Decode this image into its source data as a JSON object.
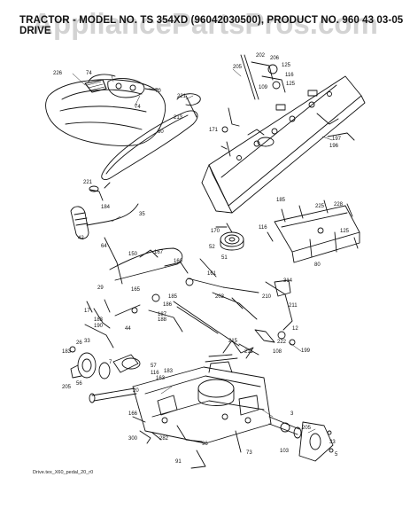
{
  "header": {
    "title": "TRACTOR - MODEL NO. TS 354XD (96042030500), PRODUCT NO. 960 43 03-05",
    "subtitle": "DRIVE"
  },
  "watermark": "AppliancePartsPros.com",
  "footer": {
    "filename": "Drive.tex_X60_pedal_20_r0"
  },
  "callouts": [
    "226",
    "74",
    "70",
    "74",
    "221",
    "213",
    "202",
    "206",
    "125",
    "205",
    "116",
    "109",
    "125",
    "50",
    "171",
    "197",
    "196",
    "221",
    "184",
    "35",
    "185",
    "225",
    "42",
    "64",
    "52",
    "170",
    "116",
    "125",
    "228",
    "80",
    "51",
    "150",
    "167",
    "160",
    "161",
    "314",
    "29",
    "165",
    "185",
    "186",
    "187",
    "188",
    "183",
    "203",
    "210",
    "211",
    "12",
    "17",
    "190",
    "44",
    "33",
    "26",
    "183",
    "7",
    "205",
    "56",
    "57",
    "116",
    "183",
    "163",
    "215",
    "211",
    "222",
    "108",
    "199",
    "166",
    "300",
    "282",
    "3",
    "205",
    "103",
    "96",
    "73",
    "20",
    "91",
    "33",
    "5"
  ]
}
